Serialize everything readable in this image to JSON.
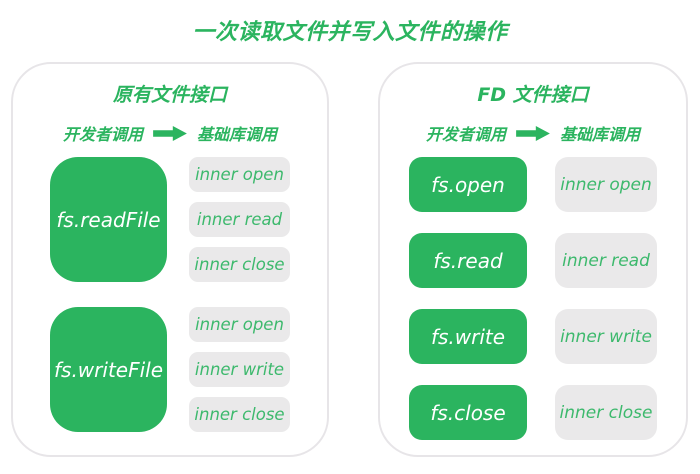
{
  "title": "一次读取文件并写入文件的操作",
  "colors": {
    "green": "#2BB45F",
    "green_text": "#3DB96D",
    "pill_bg": "#EAE9EA",
    "panel_border": "#E7E5E8"
  },
  "panels": [
    {
      "id": "legacy-file-api",
      "title": "原有文件接口",
      "flow": {
        "left": "开发者调用",
        "arrow_icon": "right-arrow",
        "right": "基础库调用"
      },
      "groups": [
        {
          "api": "fs.readFile",
          "inner": [
            "inner open",
            "inner read",
            "inner close"
          ]
        },
        {
          "api": "fs.writeFile",
          "inner": [
            "inner open",
            "inner write",
            "inner close"
          ]
        }
      ]
    },
    {
      "id": "fd-file-api",
      "title": "FD 文件接口",
      "flow": {
        "left": "开发者调用",
        "arrow_icon": "right-arrow",
        "right": "基础库调用"
      },
      "groups": [
        {
          "api": "fs.open",
          "inner": [
            "inner open"
          ]
        },
        {
          "api": "fs.read",
          "inner": [
            "inner read"
          ]
        },
        {
          "api": "fs.write",
          "inner": [
            "inner write"
          ]
        },
        {
          "api": "fs.close",
          "inner": [
            "inner close"
          ]
        }
      ]
    }
  ]
}
